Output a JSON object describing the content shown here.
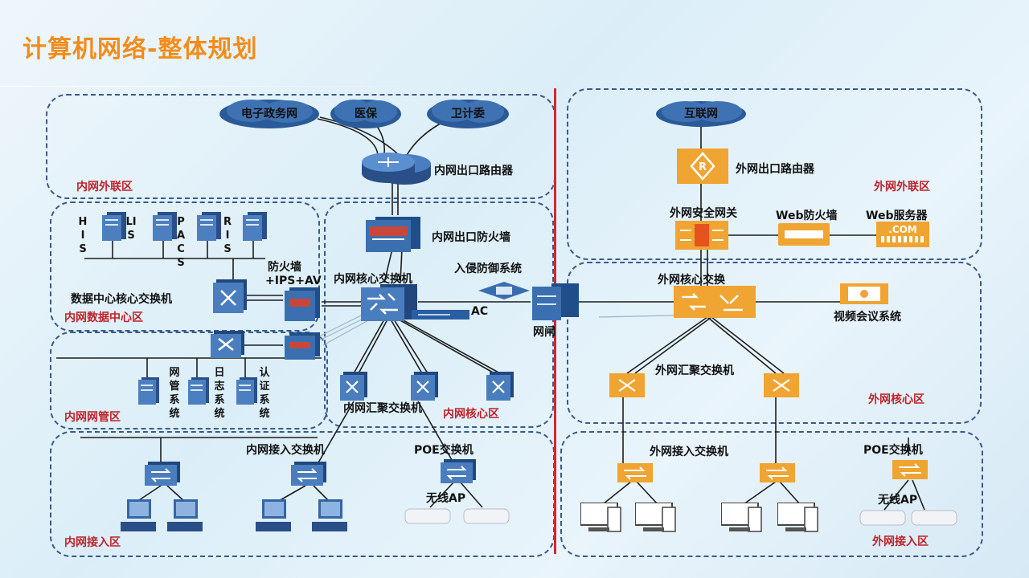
{
  "title": "计算机网络-整体规划",
  "zones": {
    "inner_external": "内网外联区",
    "inner_datacenter": "内网数据中心区",
    "inner_mgmt": "内网网管区",
    "inner_core": "内网核心区",
    "inner_access": "内网接入区",
    "outer_external": "外网外联区",
    "outer_core": "外网核心区",
    "outer_access": "外网接入区"
  },
  "clouds": {
    "egov": "电子政务网",
    "medical_insurance": "医保",
    "health_commission": "卫计委",
    "internet": "互联网"
  },
  "servers": {
    "his": "HIS",
    "lis": "LIS",
    "pacs": "PACS",
    "ris": "RIS"
  },
  "mgmt_systems": {
    "netmgmt": "网管系统",
    "log": "日志系统",
    "auth": "认证系统"
  },
  "labels": {
    "inner_router": "内网出口路由器",
    "inner_firewall": "内网出口防火墙",
    "dc_firewall_line1": "防火墙",
    "dc_firewall_line2": "+IPS+AV",
    "dc_core_switch": "数据中心核心交换机",
    "inner_core_switch": "内网核心交换机",
    "ips": "入侵防御系统",
    "ac": "AC",
    "gatekeeper": "网闸",
    "inner_agg_switch": "内网汇聚交换机",
    "inner_access_switch": "内网接入交换机",
    "inner_poe": "POE交换机",
    "inner_ap": "无线AP",
    "outer_router": "外网出口路由器",
    "outer_gateway": "外网安全网关",
    "web_firewall": "Web防火墙",
    "web_server": "Web服务器",
    "web_server_badge": ".COM",
    "outer_core_switch": "外网核心交换",
    "video_conf": "视频会议系统",
    "outer_agg_switch": "外网汇聚交换机",
    "outer_access_switch": "外网接入交换机",
    "outer_poe": "POE交换机",
    "outer_ap": "无线AP"
  },
  "colors": {
    "title": "#f28c1a",
    "zone_label": "#c0222a",
    "zone_border": "#3a5a8a",
    "divider": "#d7262e",
    "device_blue": "#2f6fb0",
    "device_orange": "#f0a431"
  }
}
